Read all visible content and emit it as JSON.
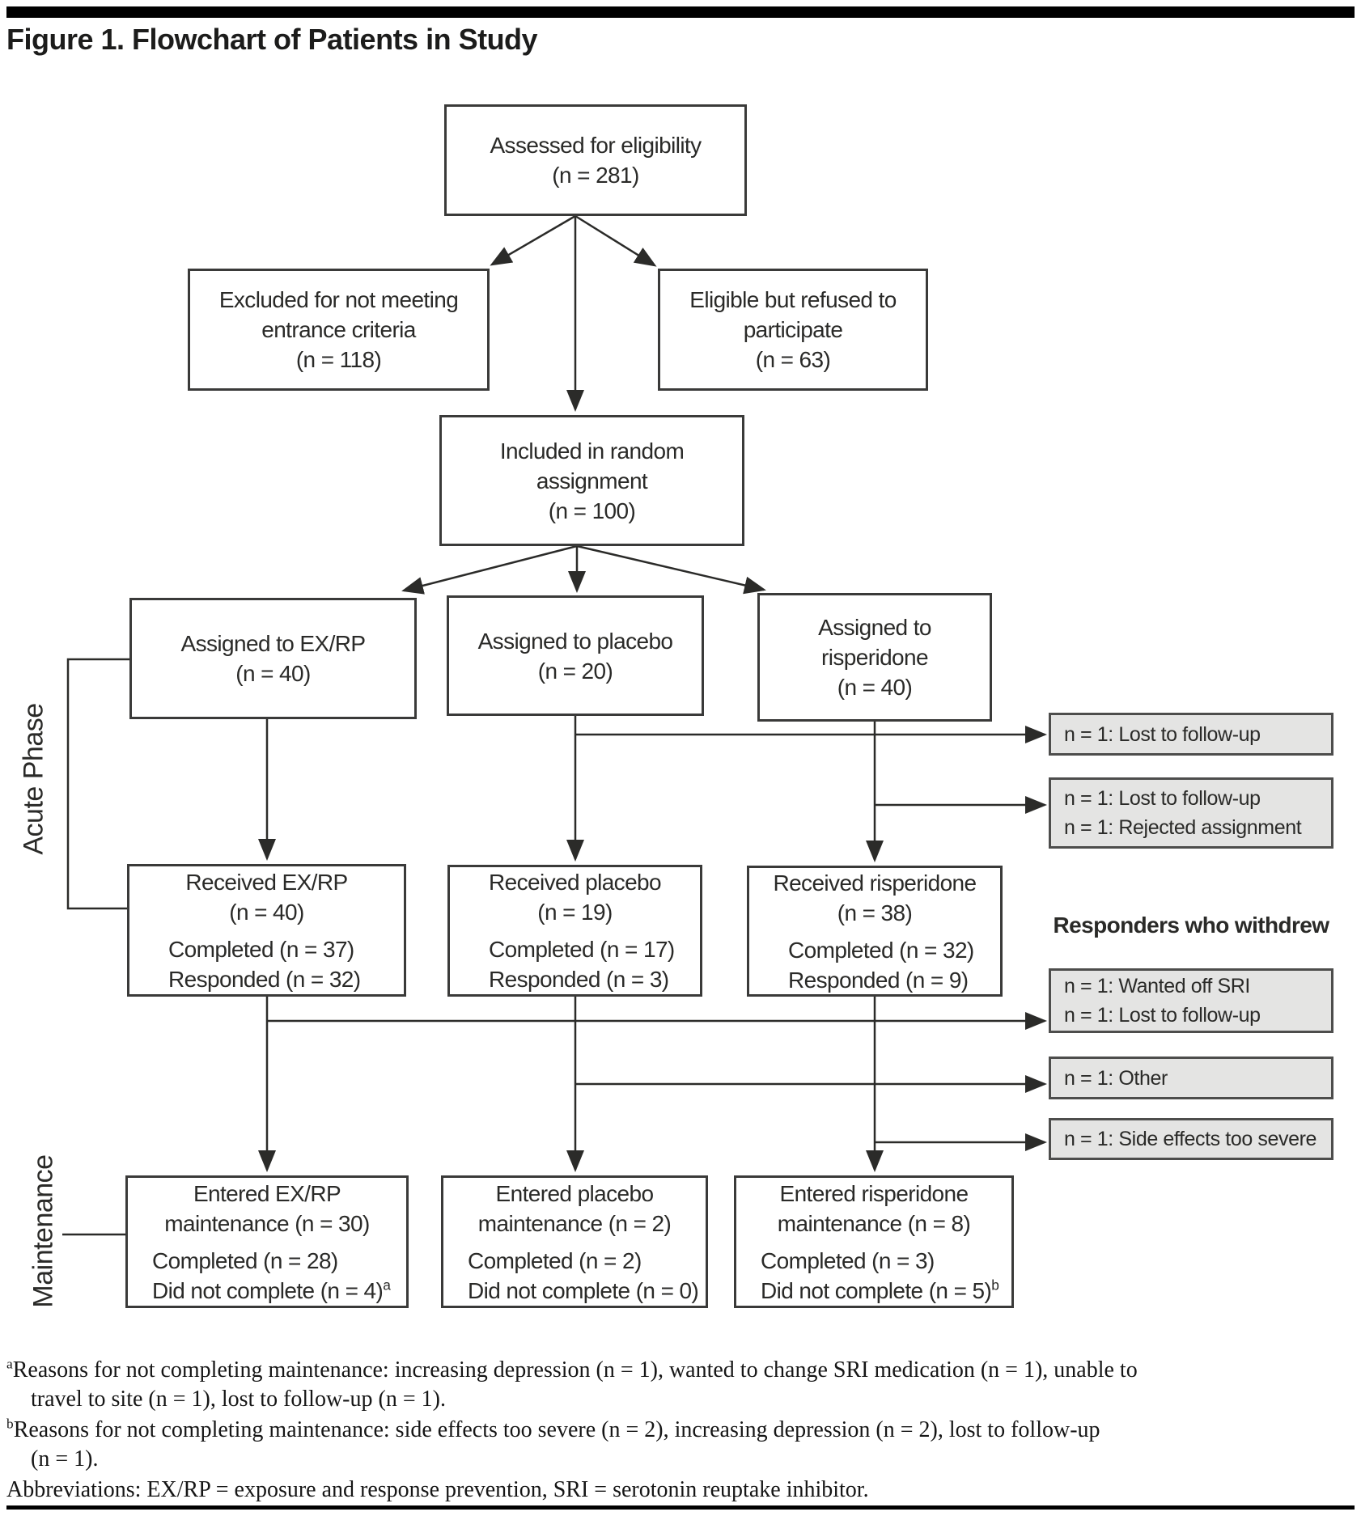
{
  "title": "Figure 1. Flowchart of Patients in Study",
  "flowchart": {
    "phase_labels": {
      "acute": "Acute Phase",
      "maintenance": "Maintenance"
    },
    "boxes": {
      "assessed": {
        "lines": [
          "Assessed for eligibility",
          "(n = 281)"
        ]
      },
      "excluded": {
        "lines": [
          "Excluded for not meeting",
          "entrance criteria",
          "(n = 118)"
        ]
      },
      "eligible": {
        "lines": [
          "Eligible but refused to",
          "participate",
          "(n = 63)"
        ]
      },
      "included": {
        "lines": [
          "Included in random",
          "assignment",
          "(n = 100)"
        ]
      },
      "assigned_exrp": {
        "lines": [
          "Assigned to EX/RP",
          "(n = 40)"
        ]
      },
      "assigned_placebo": {
        "lines": [
          "Assigned to placebo",
          "(n = 20)"
        ]
      },
      "assigned_risperidone": {
        "lines": [
          "Assigned to",
          "risperidone",
          "(n = 40)"
        ]
      },
      "received_exrp": {
        "header": [
          "Received EX/RP",
          "(n = 40)"
        ],
        "detail1": "Completed (n = 37)",
        "detail2": "Responded (n = 32)",
        "marker": ""
      },
      "received_placebo": {
        "header": [
          "Received placebo",
          "(n = 19)"
        ],
        "detail1": "Completed (n = 17)",
        "detail2": "Responded (n = 3)",
        "marker": ""
      },
      "received_risperidone": {
        "header": [
          "Received risperidone",
          "(n = 38)"
        ],
        "detail1": "Completed (n = 32)",
        "detail2": "Responded (n = 9)",
        "marker": ""
      },
      "entered_exrp": {
        "header": [
          "Entered EX/RP",
          "maintenance (n = 30)"
        ],
        "detail1": "Completed (n = 28)",
        "detail2": "Did not complete (n = 4)",
        "marker": "a"
      },
      "entered_placebo": {
        "header": [
          "Entered placebo",
          "maintenance (n = 2)"
        ],
        "detail1": "Completed (n = 2)",
        "detail2": "Did not complete (n = 0)",
        "marker": ""
      },
      "entered_risperidone": {
        "header": [
          "Entered risperidone",
          "maintenance (n = 8)"
        ],
        "detail1": "Completed (n = 3)",
        "detail2": "Did not complete (n = 5)",
        "marker": "b"
      }
    },
    "withdrawals": {
      "header": "Responders who withdrew",
      "acute_placebo": {
        "lines": [
          "n = 1: Lost to follow-up"
        ]
      },
      "acute_risperidone": {
        "lines": [
          "n = 1: Lost to follow-up",
          "n = 1: Rejected assignment"
        ]
      },
      "maint_exrp": {
        "lines": [
          "n = 1: Wanted off SRI",
          "n = 1: Lost to follow-up"
        ]
      },
      "maint_placebo": {
        "lines": [
          "n = 1: Other"
        ]
      },
      "maint_risperidone": {
        "lines": [
          "n = 1: Side effects too severe"
        ]
      }
    }
  },
  "footnotes": {
    "a": {
      "marker": "a",
      "line1": "Reasons for not completing maintenance: increasing depression (n = 1), wanted to change SRI medication (n = 1), unable to",
      "line2": "travel to site (n = 1), lost to follow-up (n = 1)."
    },
    "b": {
      "marker": "b",
      "line1": "Reasons for not completing maintenance: side effects too severe (n = 2), increasing depression (n = 2), lost to follow-up",
      "line2": "(n = 1)."
    },
    "abbreviations": "Abbreviations: EX/RP = exposure and response prevention, SRI = serotonin reuptake inhibitor."
  },
  "colors": {
    "line": "#2b2b29",
    "box_border": "#3a3a39",
    "gray_fill": "#e4e4e3",
    "gray_border": "#4d4d4c",
    "bar": "#000000"
  }
}
